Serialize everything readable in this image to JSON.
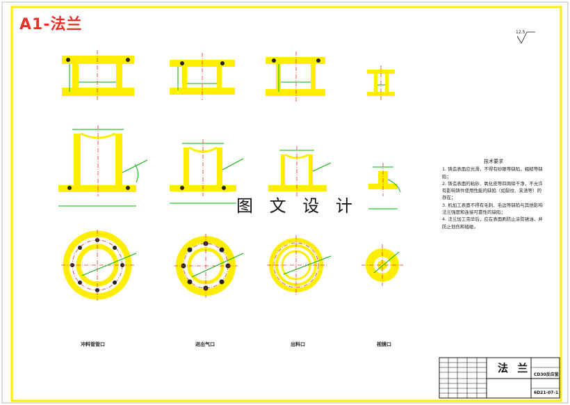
{
  "sheet": {
    "title": "A1-法兰",
    "watermark": "图 文 设 计",
    "roughness_symbol": "12.5"
  },
  "technical_requirements": {
    "heading": "技术要求",
    "items": [
      "1. 铸造表面应光滑，不得有砂眼等缺陷，粗糙等缺陷；",
      "2. 铸造表面的粘砂、氧化皮等四周除干净，不允许有影响铸件使用性能的缺陷（如裂纹、夹渣等）的存在；",
      "3. 机加工表面不得有毛刺、毛边等缺陷与其他影响法兰强度和连接可靠性的缺陷；",
      "4. 法兰加工完毕后，应在表面刷防止涂防锈油，并防止划伤和磕碰。"
    ]
  },
  "views": [
    {
      "caption": "冲料管管口"
    },
    {
      "caption": "进出气口"
    },
    {
      "caption": "出料口"
    },
    {
      "caption": "视镜口"
    }
  ],
  "title_block": {
    "part_name": "法 兰",
    "drawing_no": "6D21-07-1",
    "project": "CD30反应釜"
  },
  "colors": {
    "part": "#ffee00",
    "dim": "#00b000",
    "center": "#e4322b",
    "frame": "#ffee00",
    "hole": "#222222"
  }
}
